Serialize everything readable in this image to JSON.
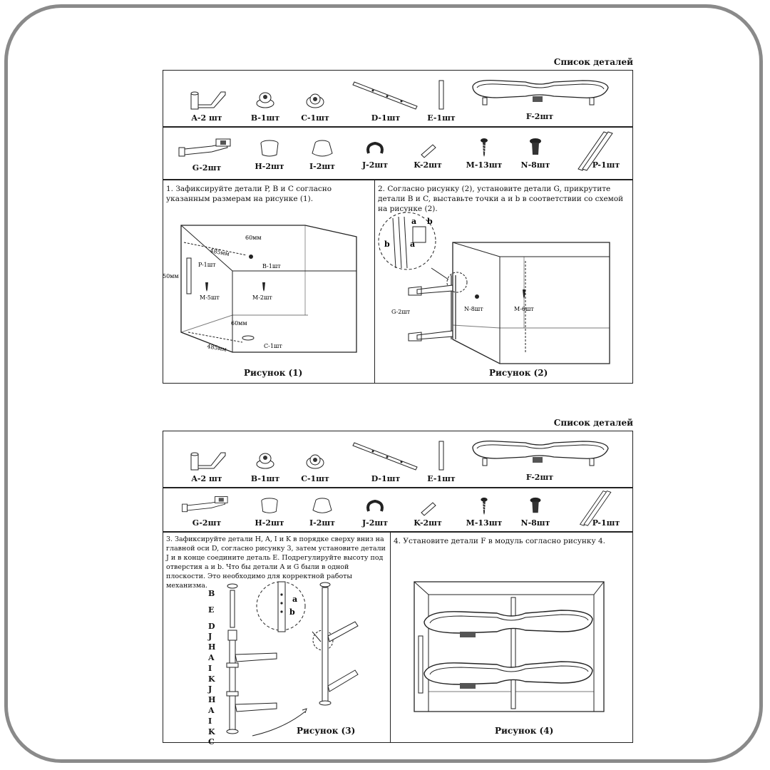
{
  "sheets": [
    {
      "title": "Список деталей",
      "parts_row1": [
        "A-2 шт",
        "B-1шт",
        "C-1шт",
        "D-1шт",
        "E-1шт",
        "F-2шт"
      ],
      "parts_row2": [
        "G-2шт",
        "H-2шт",
        "I-2шт",
        "J-2шт",
        "K-2шт",
        "M-13шт",
        "N-8шт",
        "P-1шт"
      ],
      "step_left": {
        "text": "1. Зафиксируйте детали P, B и C согласно указанным размерам на рисунке (1).",
        "caption": "Рисунок (1)",
        "labels": [
          "60мм",
          "485мм",
          "P-1шт",
          "B-1шт",
          "50мм",
          "M-5шт",
          "M-2шт",
          "60мм",
          "485мм",
          "C-1шт"
        ]
      },
      "step_right": {
        "text": "2. Согласно рисунку (2), установите детали G, прикрутите детали B и C, выставьте точки a и b в соответствии со схемой на рисунке (2).",
        "caption": "Рисунок (2)",
        "labels": [
          "a",
          "b",
          "b",
          "a",
          "G-2шт",
          "N-8шт",
          "M-6шт"
        ]
      }
    },
    {
      "title": "Список деталей",
      "parts_row1": [
        "A-2 шт",
        "B-1шт",
        "C-1шт",
        "D-1шт",
        "E-1шт",
        "F-2шт"
      ],
      "parts_row2": [
        "G-2шт",
        "H-2шт",
        "I-2шт",
        "J-2шт",
        "K-2шт",
        "M-13шт",
        "N-8шт",
        "P-1шт"
      ],
      "step_left": {
        "text": "3. Зафиксируйте детали H, A, I и K в порядке сверху вниз на главной оси D, согласно рисунку 3, затем установите детали J и в конце соедините деталь E. Подрегулируйте высоту под отверстия a и b. Что бы детали A и G были в одной плоскости. Это необходимо для корректной работы механизма.",
        "caption": "Рисунок (3)",
        "letters": [
          "B",
          "E",
          "D",
          "J",
          "H",
          "A",
          "I",
          "K",
          "J",
          "H",
          "A",
          "I",
          "K",
          "C"
        ],
        "labels": [
          "a",
          "b"
        ]
      },
      "step_right": {
        "text": "4. Установите детали F в модуль согласно рисунку 4.",
        "caption": "Рисунок (4)"
      }
    }
  ]
}
